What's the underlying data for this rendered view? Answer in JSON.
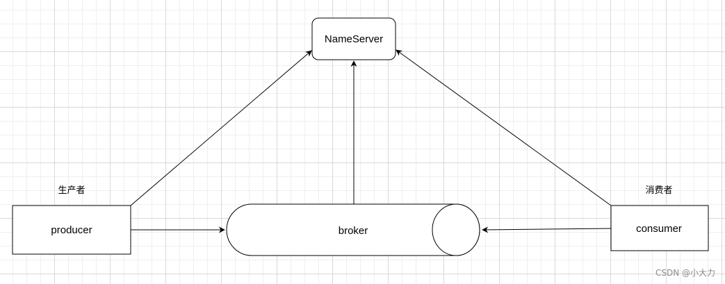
{
  "diagram": {
    "nameserver": {
      "label": "NameServer"
    },
    "producer": {
      "label": "producer",
      "caption": "生产者"
    },
    "consumer": {
      "label": "consumer",
      "caption": "消费者"
    },
    "broker": {
      "label": "broker"
    },
    "edges": [
      {
        "from": "producer",
        "to": "nameserver"
      },
      {
        "from": "broker",
        "to": "nameserver"
      },
      {
        "from": "consumer",
        "to": "nameserver"
      },
      {
        "from": "producer",
        "to": "broker"
      },
      {
        "from": "consumer",
        "to": "broker"
      }
    ]
  },
  "watermark": "CSDN @小大力",
  "colors": {
    "stroke": "#000000",
    "fill": "#ffffff",
    "watermark": "#8a8a8a"
  }
}
